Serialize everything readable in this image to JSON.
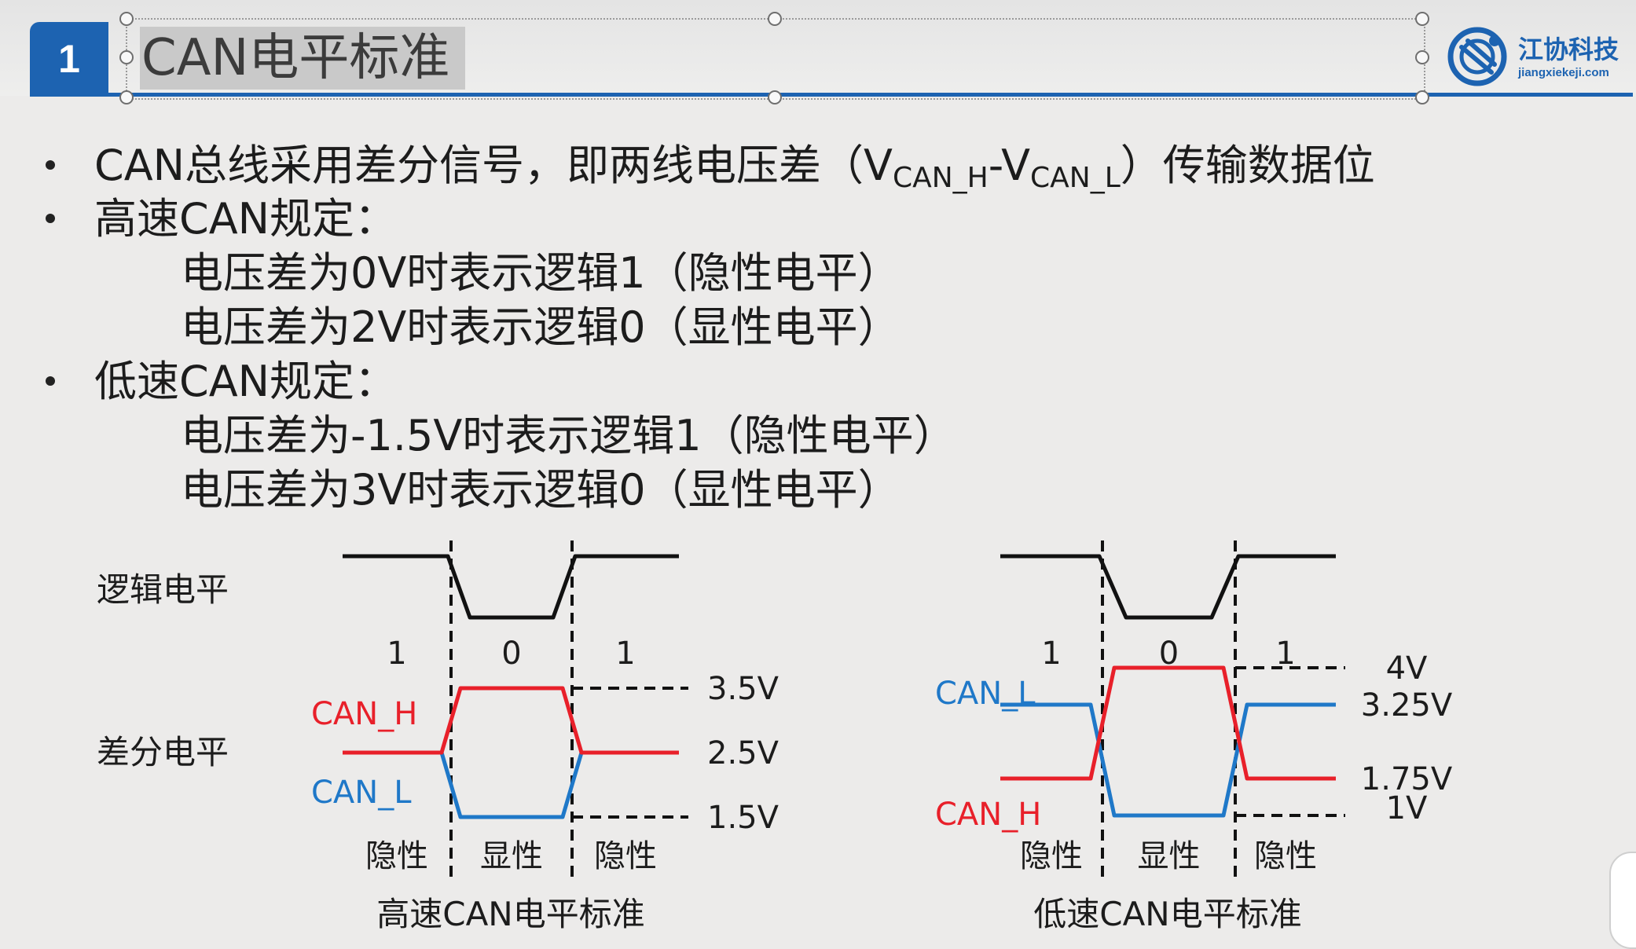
{
  "slide": {
    "number": "1",
    "title": "CAN电平标准",
    "logo": {
      "name": "江协科技",
      "url": "jiangxiekeji.com",
      "icon": "jiangxie-logo-icon"
    }
  },
  "bullets": [
    {
      "parts": [
        {
          "t": "CAN总线采用差分信号，即两线电压差（V"
        },
        {
          "t": "CAN_H",
          "sub": true
        },
        {
          "t": "-V"
        },
        {
          "t": "CAN_L",
          "sub": true
        },
        {
          "t": "）传输数据位"
        }
      ]
    },
    {
      "text": "高速CAN规定："
    },
    {
      "indent": true,
      "text": "电压差为0V时表示逻辑1（隐性电平）"
    },
    {
      "indent": true,
      "text": "电压差为2V时表示逻辑0（显性电平）"
    },
    {
      "text": "低速CAN规定："
    },
    {
      "indent": true,
      "text": "电压差为-1.5V时表示逻辑1（隐性电平）"
    },
    {
      "indent": true,
      "text": "电压差为3V时表示逻辑0（显性电平）"
    }
  ],
  "diagram": {
    "row_labels": {
      "logic": "逻辑电平",
      "diff": "差分电平"
    },
    "colors": {
      "can_h": "#e8202a",
      "can_l": "#1f78c8",
      "logic": "#111111",
      "dashed": "#111111"
    },
    "high_speed": {
      "caption": "高速CAN电平标准",
      "bits": [
        "1",
        "0",
        "1"
      ],
      "states": [
        "隐性",
        "显性",
        "隐性"
      ],
      "can_h_label": "CAN_H",
      "can_l_label": "CAN_L",
      "levels": [
        {
          "label": "3.5V",
          "v": 3.5
        },
        {
          "label": "2.5V",
          "v": 2.5
        },
        {
          "label": "1.5V",
          "v": 1.5
        }
      ],
      "can_h_values": [
        2.5,
        3.5,
        2.5
      ],
      "can_l_values": [
        2.5,
        1.5,
        2.5
      ]
    },
    "low_speed": {
      "caption": "低速CAN电平标准",
      "bits": [
        "1",
        "0",
        "1"
      ],
      "states": [
        "隐性",
        "显性",
        "隐性"
      ],
      "can_h_label": "CAN_H",
      "can_l_label": "CAN_L",
      "levels": [
        {
          "label": "4V",
          "v": 4
        },
        {
          "label": "3.25V",
          "v": 3.25
        },
        {
          "label": "1.75V",
          "v": 1.75
        },
        {
          "label": "1V",
          "v": 1
        }
      ],
      "can_h_values": [
        1.75,
        4,
        1.75
      ],
      "can_l_values": [
        3.25,
        1,
        3.25
      ]
    }
  }
}
